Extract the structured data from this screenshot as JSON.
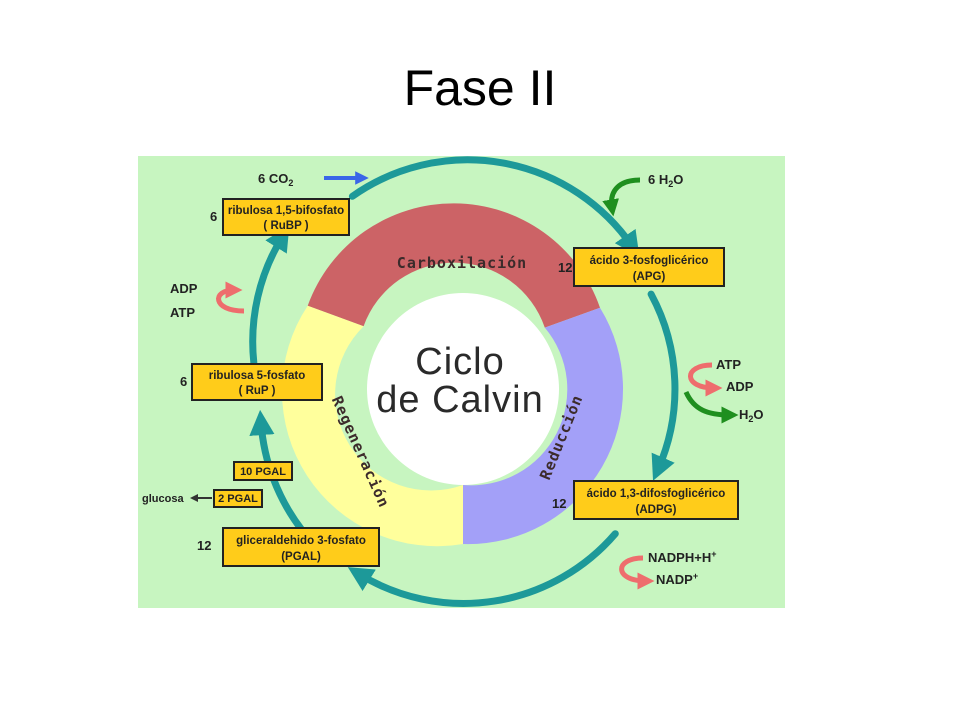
{
  "slide": {
    "title": "Fase II"
  },
  "diagram": {
    "center": {
      "line1": "Ciclo",
      "line2": "de Calvin"
    },
    "segments": {
      "carboxylation": "Carboxilación",
      "reduction": "Reducción",
      "regeneration": "Regeneración"
    },
    "inputs": {
      "co2": {
        "prefix": "6 CO",
        "subscript": "2"
      },
      "water": {
        "prefix": "6 H",
        "subscript": "2",
        "suffix": "O"
      },
      "atp_left": "ATP",
      "adp_left": "ADP",
      "atp_right": "ATP",
      "adp_right": "ADP",
      "water_out": {
        "prefix": "H",
        "subscript": "2",
        "suffix": "O"
      },
      "nadph": {
        "text": "NADPH+H",
        "superscript": "+"
      },
      "nadp": {
        "text": "NADP",
        "superscript": "+"
      },
      "glucose": "glucosa"
    },
    "compounds": {
      "rubp": {
        "count": "6",
        "name": "ribulosa 1,5-bifosfato",
        "abbr": "( RuBP )"
      },
      "apg": {
        "count": "12",
        "name": "ácido 3-fosfoglicérico",
        "abbr": "(APG)"
      },
      "rup": {
        "count": "6",
        "name": "ribulosa 5-fosfato",
        "abbr": "( RuP )"
      },
      "adpg": {
        "count": "12",
        "name": "ácido 1,3-difosfoglicérico",
        "abbr": "(ADPG)"
      },
      "pgal": {
        "count": "12",
        "name": "gliceraldehido 3-fosfato",
        "abbr": "(PGAL)"
      },
      "pgal10": "10 PGAL",
      "pgal2": "2 PGAL"
    },
    "colors": {
      "background": "#c7f5c0",
      "cycle_arrow": "#1d9999",
      "carboxylation": "#cc6366",
      "reduction": "#a3a0f8",
      "regeneration": "#ffff9c",
      "center": "#ffffff",
      "box_fill": "#ffcc1a",
      "energy_arrow": "#ee6d6d",
      "water_arrow": "#1f8f1f",
      "co2_arrow": "#3a66e8"
    }
  }
}
